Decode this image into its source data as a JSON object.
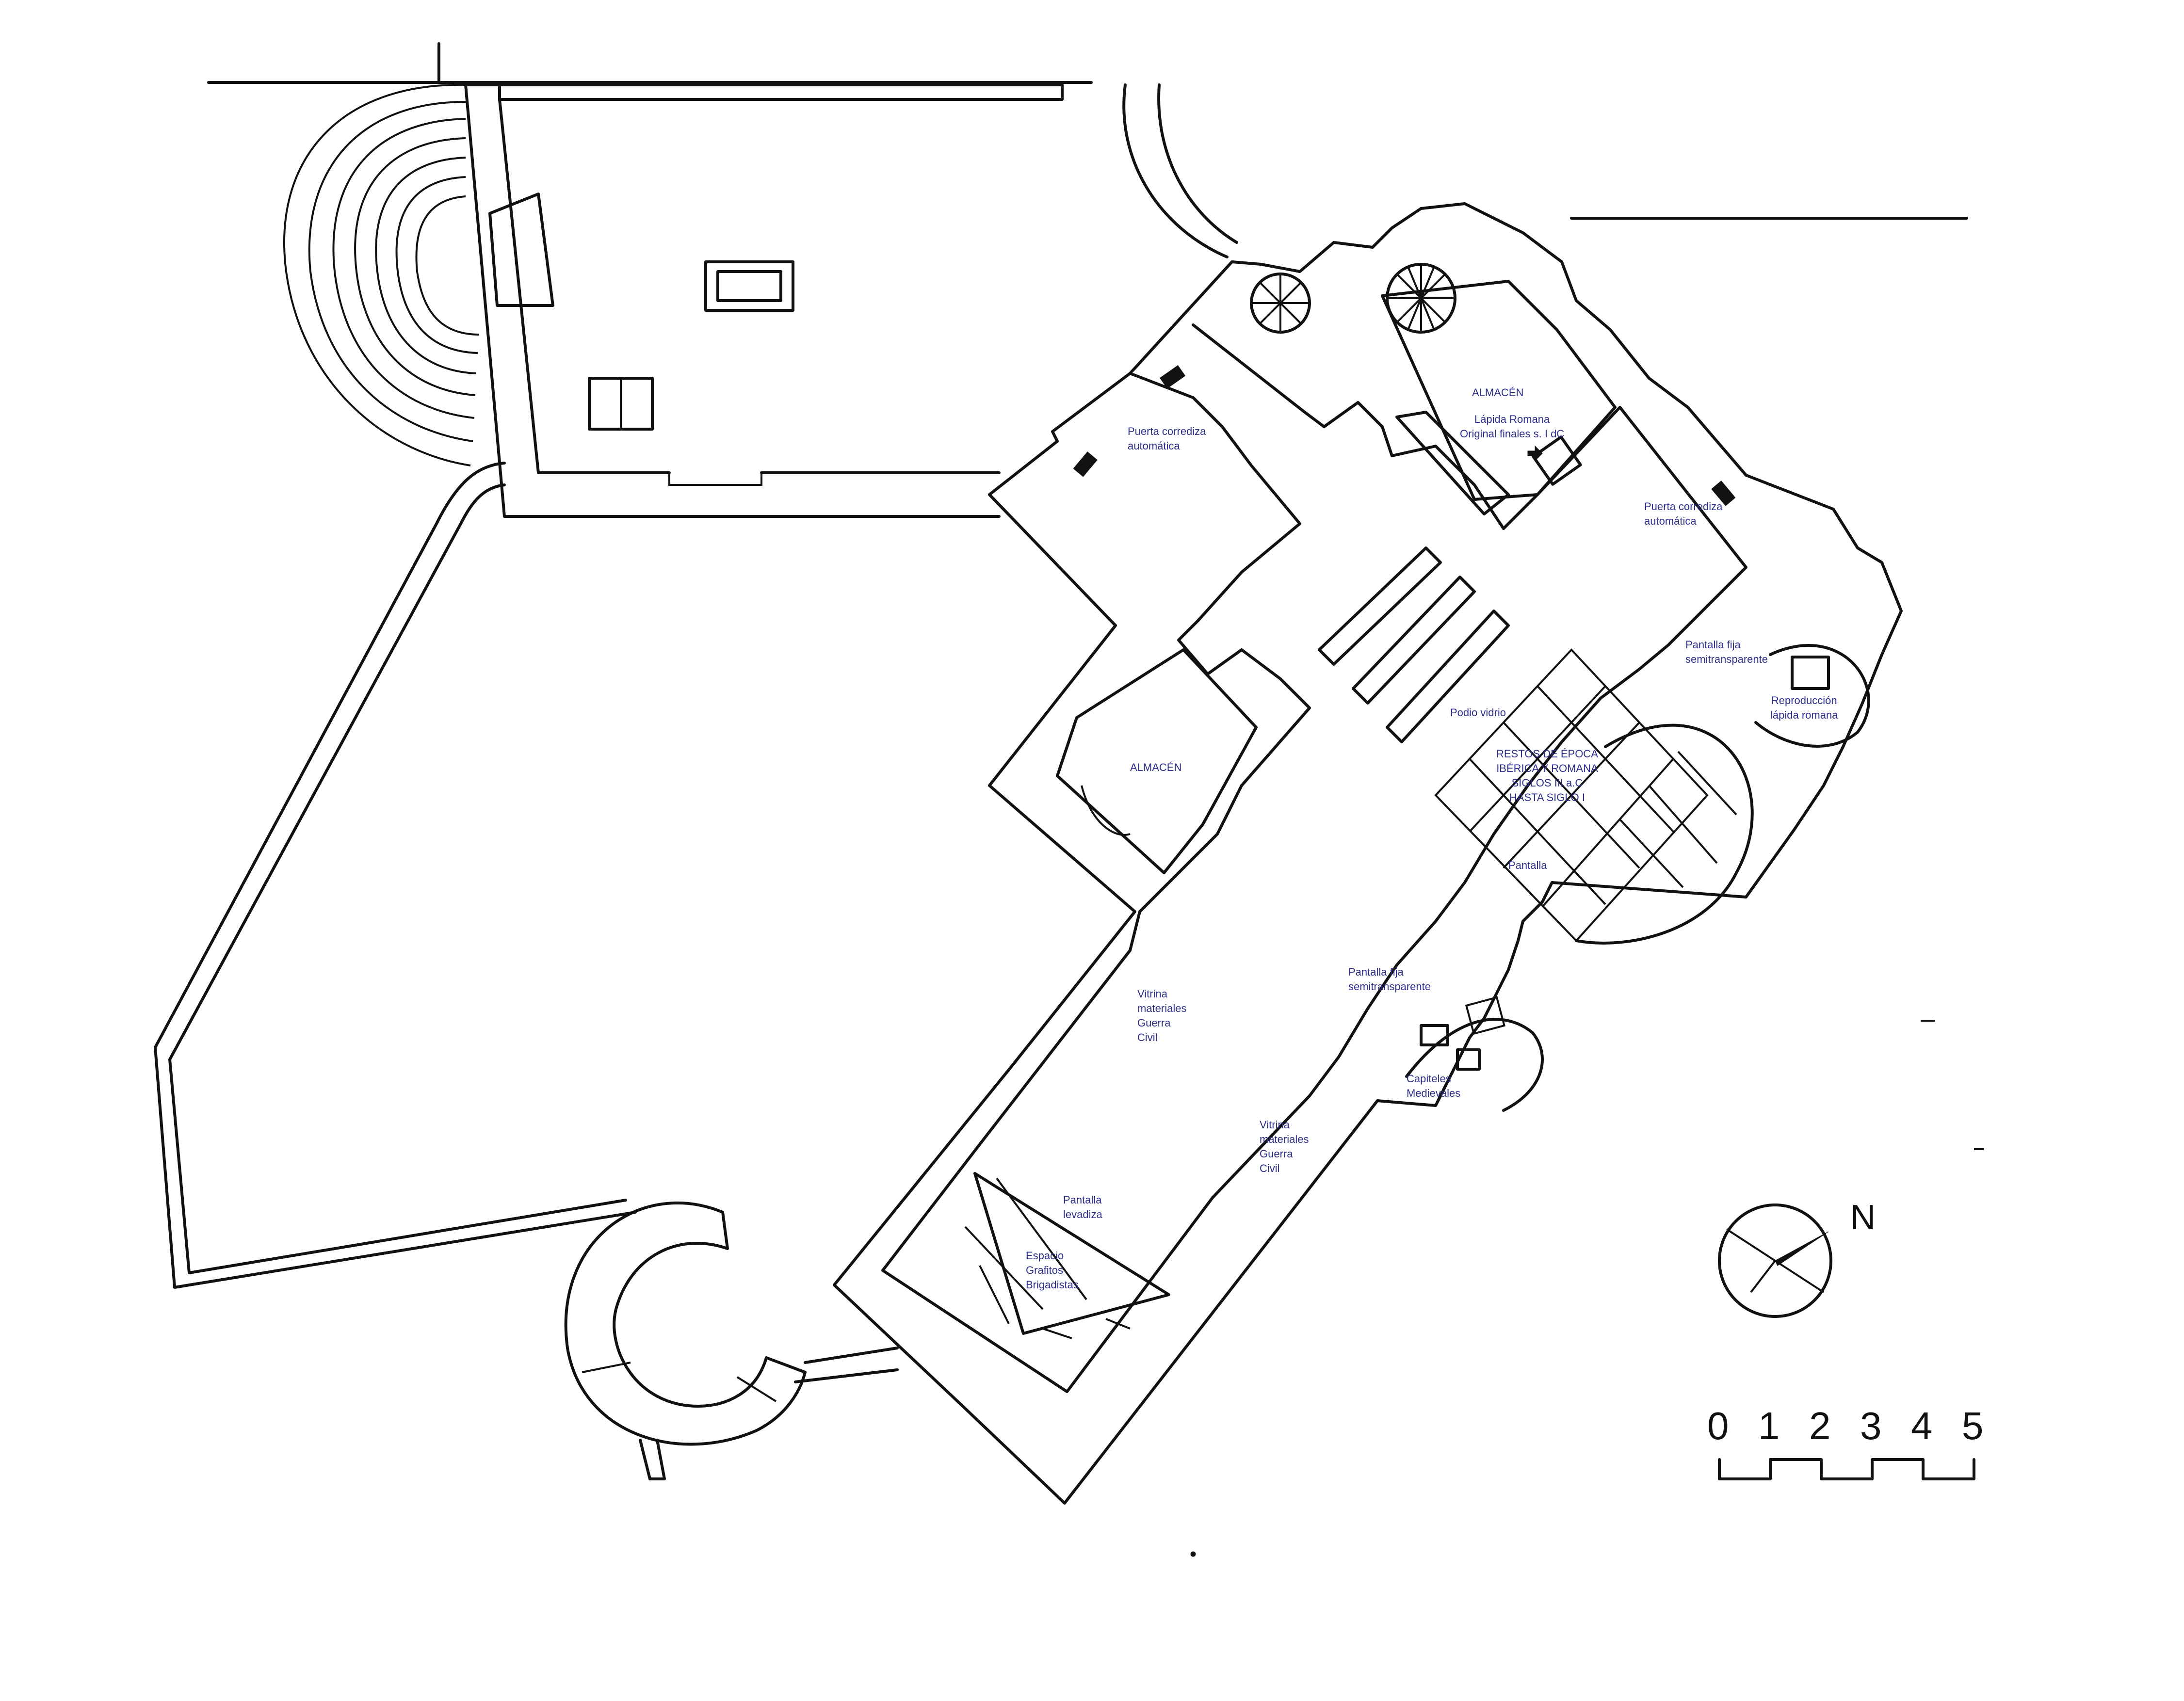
{
  "labels": {
    "almacen_top": "ALMACÉN",
    "lapida_original": "Lápida Romana\nOriginal finales s. I dC",
    "puerta_left": "Puerta corrediza\nautomática",
    "puerta_right": "Puerta corrediza\nautomática",
    "pantalla_fija_right": "Pantalla fija\nsemitransparente",
    "reproduccion_lapida": "Reproducción\nlápida romana",
    "podio_vidrio": "Podio vidrio",
    "restos": "RESTOS DE ÉPOCA\nIBÉRICA Y ROMANA\nSIGLOS III a.C\nHASTA SIGLO I",
    "almacen_left": "ALMACÉN",
    "pantalla": "Pantalla",
    "pantalla_fija_center": "Pantalla fija\nsemitransparente",
    "vitrina_left": "Vitrina\nmateriales\nGuerra\nCivil",
    "capiteles": "Capiteles\nMedievales",
    "vitrina_right": "Vitrina\nmateriales\nGuerra\nCivil",
    "pantalla_levadiza": "Pantalla\nlevadiza",
    "espacio_grafitos": "Espacio\nGrafitos\nBrigadistas"
  },
  "compass": {
    "north_label": "N"
  },
  "scale": {
    "ticks": [
      "0",
      "1",
      "2",
      "3",
      "4",
      "5"
    ]
  },
  "colors": {
    "annotation": "#2e2f8a",
    "lines": "#111111"
  }
}
